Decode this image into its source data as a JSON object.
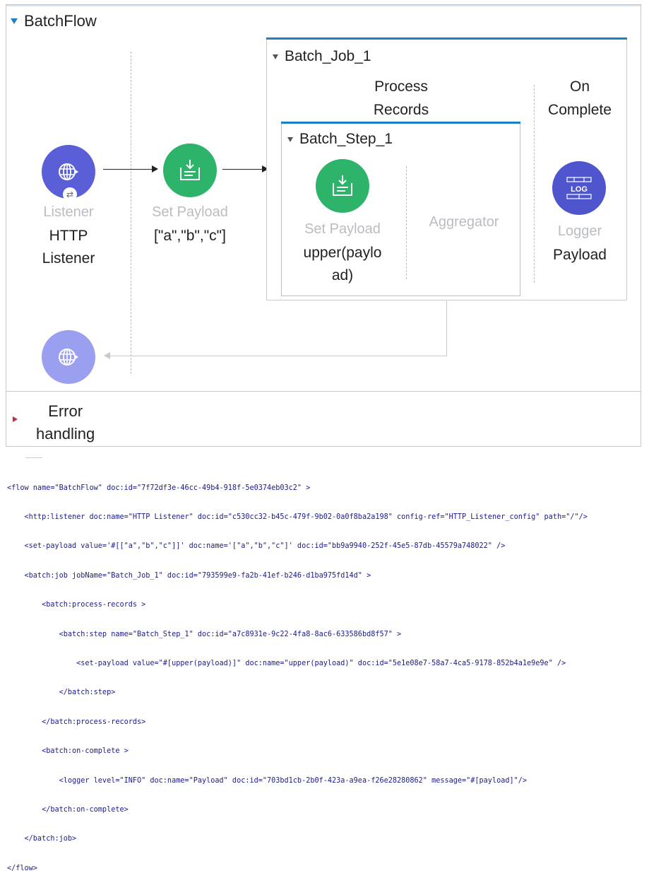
{
  "flow": {
    "title": "BatchFlow"
  },
  "listener": {
    "type": "Listener",
    "name_line1": "HTTP",
    "name_line2": "Listener",
    "icon": "globe-icon",
    "color": "#5a5fd8"
  },
  "set_payload_main": {
    "type": "Set Payload",
    "name": "[\"a\",\"b\",\"c\"]",
    "icon": "set-payload-icon",
    "color": "#2db36a"
  },
  "batch_job": {
    "title": "Batch_Job_1",
    "process_records_line1": "Process",
    "process_records_line2": "Records",
    "on_complete_line1": "On",
    "on_complete_line2": "Complete"
  },
  "batch_step": {
    "title": "Batch_Step_1",
    "set_payload_type": "Set Payload",
    "set_payload_name_line1": "upper(paylo",
    "set_payload_name_line2": "ad)",
    "aggregator": "Aggregator"
  },
  "logger": {
    "type": "Logger",
    "name": "Payload",
    "icon_text": "LOG",
    "color": "#4f55cc"
  },
  "error_handling": {
    "line1": "Error",
    "line2": "handling"
  },
  "code_lines": [
    "<flow name=\"BatchFlow\" doc:id=\"7f72df3e-46cc-49b4-918f-5e0374eb03c2\" >",
    "    <http:listener doc:name=\"HTTP Listener\" doc:id=\"c530cc32-b45c-479f-9b02-0a0f8ba2a198\" config-ref=\"HTTP_Listener_config\" path=\"/\"/>",
    "    <set-payload value='#[[\"a\",\"b\",\"c\"]]' doc:name='[\"a\",\"b\",\"c\"]' doc:id=\"bb9a9940-252f-45e5-87db-45579a748022\" />",
    "    <batch:job jobName=\"Batch_Job_1\" doc:id=\"793599e9-fa2b-41ef-b246-d1ba975fd14d\" >",
    "        <batch:process-records >",
    "            <batch:step name=\"Batch_Step_1\" doc:id=\"a7c8931e-9c22-4fa8-8ac6-633586bd8f57\" >",
    "                <set-payload value=\"#[upper(payload)]\" doc:name=\"upper(payload)\" doc:id=\"5e1e08e7-58a7-4ca5-9178-852b4a1e9e9e\" />",
    "            </batch:step>",
    "        </batch:process-records>",
    "        <batch:on-complete >",
    "            <logger level=\"INFO\" doc:name=\"Payload\" doc:id=\"703bd1cb-2b0f-423a-a9ea-f26e28280862\" message=\"#[payload]\"/>",
    "        </batch:on-complete>",
    "    </batch:job>",
    "</flow>"
  ]
}
